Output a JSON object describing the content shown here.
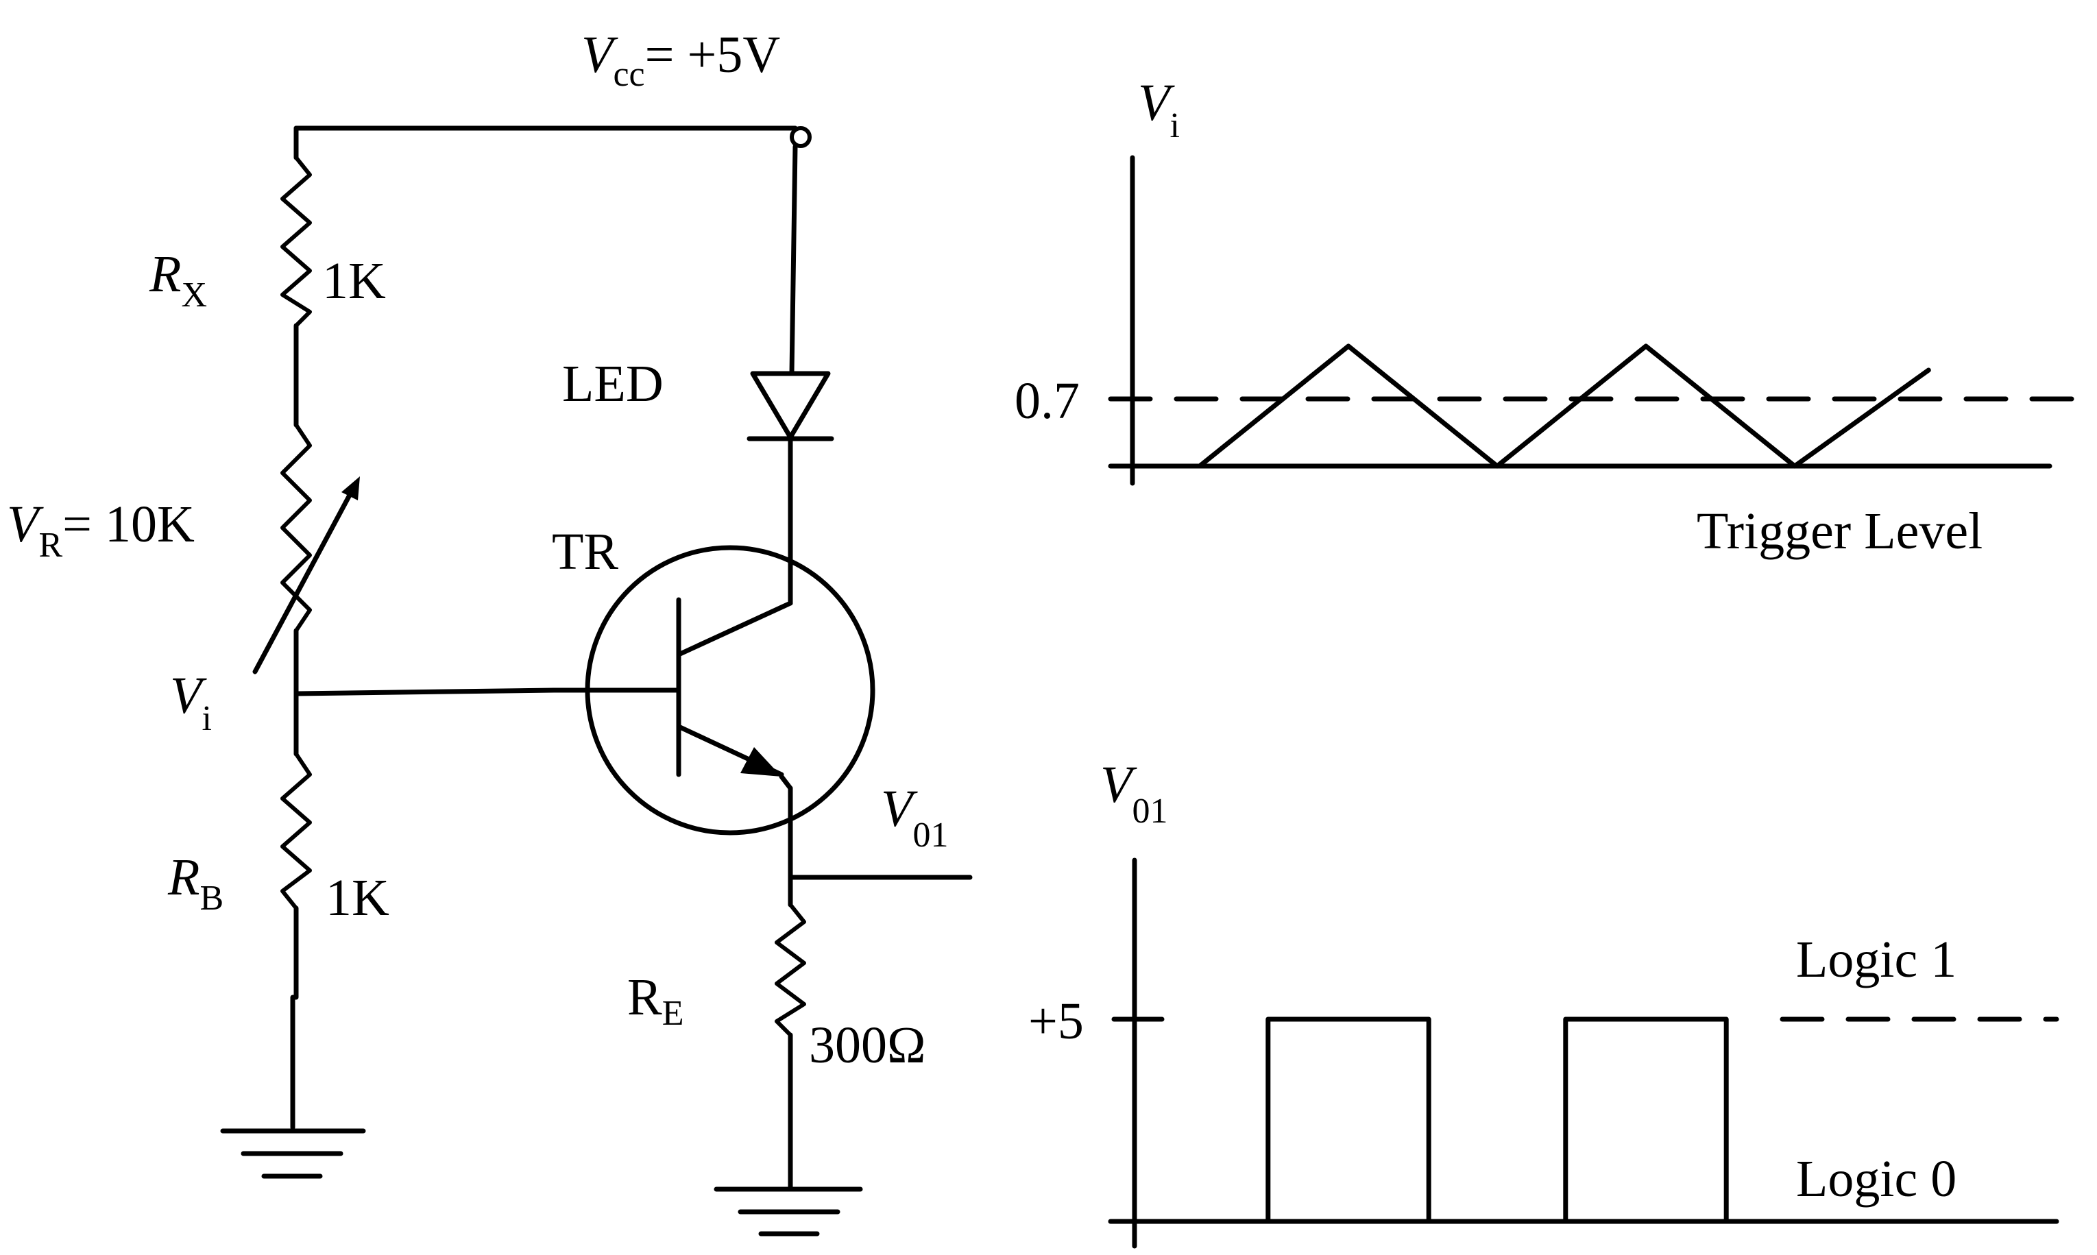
{
  "circuit": {
    "vcc": {
      "symbol": "V",
      "sub": "cc",
      "value": "= +5V"
    },
    "rx": {
      "symbol": "R",
      "sub": "X",
      "value": "1K"
    },
    "vr": {
      "symbol": "V",
      "sub": "R",
      "value": "= 10K"
    },
    "vi": {
      "symbol": "V",
      "sub": "i"
    },
    "rb": {
      "symbol": "R",
      "sub": "B",
      "value": "1K"
    },
    "led": {
      "label": "LED"
    },
    "tr": {
      "label": "TR"
    },
    "v01": {
      "symbol": "V",
      "sub": "01"
    },
    "re": {
      "symbol": "R",
      "sub": "E",
      "value": "300Ω"
    }
  },
  "chart_data": [
    {
      "type": "line",
      "ylabel": {
        "symbol": "V",
        "sub": "i"
      },
      "threshold": {
        "value": "0.7",
        "style": "dashed"
      },
      "note": "Trigger Level",
      "waveform": "triangle",
      "x": [
        0,
        1,
        2,
        3,
        4,
        4.9
      ],
      "y": [
        0,
        1.25,
        0,
        1.25,
        0,
        1.0
      ],
      "threshold_y": 0.7
    },
    {
      "type": "line",
      "ylabel": {
        "symbol": "V",
        "sub": "01"
      },
      "tick": "+5",
      "level_high": "Logic 1",
      "level_low": "Logic 0",
      "waveform": "square",
      "pulses": [
        {
          "start": 0.46,
          "end": 1.54
        },
        {
          "start": 2.46,
          "end": 3.54
        }
      ],
      "high_value": 5
    }
  ]
}
